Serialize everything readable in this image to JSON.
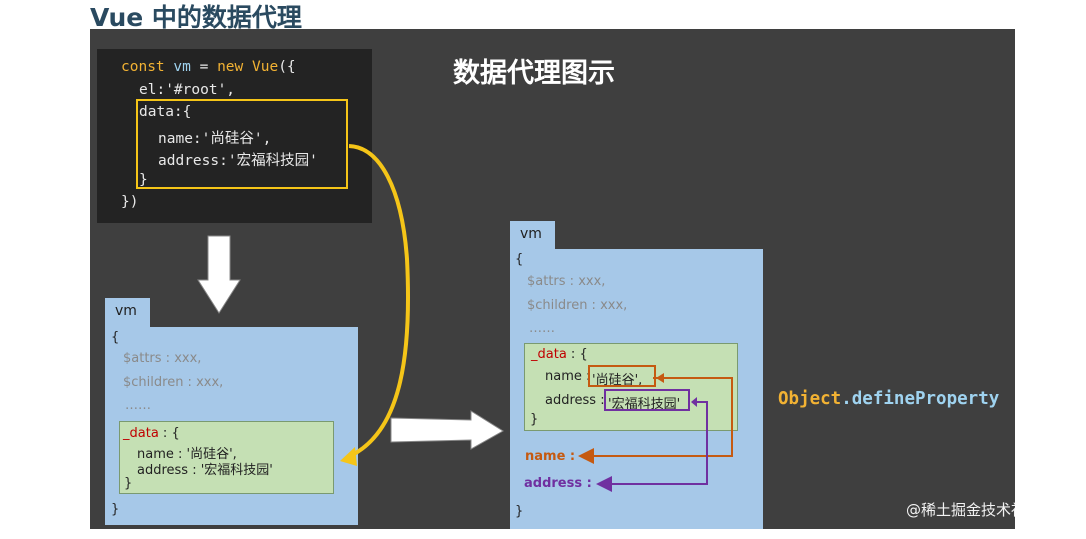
{
  "page": {
    "heading": "Vue 中的数据代理"
  },
  "slide": {
    "title": "数据代理图示"
  },
  "code": {
    "line1": {
      "kw1": "const",
      "var": "vm",
      "eq": "=",
      "kw2": "new",
      "cls": "Vue",
      "open": "({"
    },
    "line2": "el:'#root',",
    "line3": "data:{",
    "line4": "name:'尚硅谷',",
    "line5": "address:'宏福科技园'",
    "line6": "}",
    "line7": "})"
  },
  "left_vm": {
    "tab": "vm",
    "open_brace": "{",
    "attrs": "$attrs : xxx,",
    "children": "$children : xxx,",
    "ellipsis": "……",
    "data_key": "_data",
    "data_open": " : {",
    "name_line": "name : '尚硅谷',",
    "address_line": "address : '宏福科技园'",
    "data_close": "}",
    "close_brace": "}"
  },
  "right_vm": {
    "tab": "vm",
    "open_brace": "{",
    "attrs": "$attrs : xxx,",
    "children": "$children : xxx,",
    "ellipsis": "……",
    "data_key": "_data",
    "data_open": " : {",
    "name_key": "name : ",
    "name_val": "'尚硅谷',",
    "address_key": "address : ",
    "address_val": "'宏福科技园'",
    "data_close": "}",
    "name_proxy": "name :",
    "address_proxy": "address :",
    "close_brace": "}"
  },
  "define_property": {
    "obj": "Object",
    "dot": ".",
    "method": "defineProperty"
  },
  "watermark": "@稀土掘金技术社区",
  "colors": {
    "slide_bg": "#3f3f3f",
    "code_bg": "#232323",
    "highlight": "#f5c518",
    "panel": "#a6c8e8",
    "data_box": "#c5e0b4",
    "orange": "#c55a11",
    "purple": "#7030a0",
    "keyword": "#f2b233"
  }
}
